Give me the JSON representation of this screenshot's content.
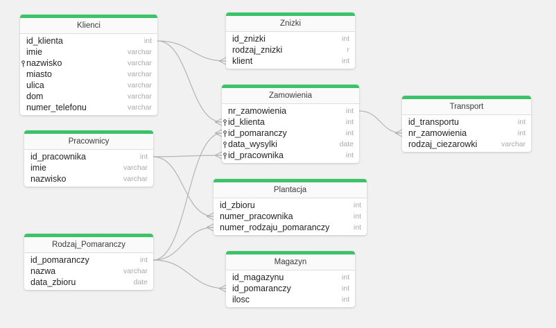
{
  "tables": {
    "klienci": {
      "name": "Klienci",
      "fields": [
        {
          "name": "id_klienta",
          "type": "int",
          "key": false
        },
        {
          "name": "imie",
          "type": "varchar",
          "key": false
        },
        {
          "name": "nazwisko",
          "type": "varchar",
          "key": true
        },
        {
          "name": "miasto",
          "type": "varchar",
          "key": false
        },
        {
          "name": "ulica",
          "type": "varchar",
          "key": false
        },
        {
          "name": "dom",
          "type": "varchar",
          "key": false
        },
        {
          "name": "numer_telefonu",
          "type": "varchar",
          "key": false
        }
      ]
    },
    "znizki": {
      "name": "Znizki",
      "fields": [
        {
          "name": "id_znizki",
          "type": "int",
          "key": false
        },
        {
          "name": "rodzaj_znizki",
          "type": "r",
          "key": false
        },
        {
          "name": "klient",
          "type": "int",
          "key": false
        }
      ]
    },
    "zamowienia": {
      "name": "Zamowienia",
      "fields": [
        {
          "name": "nr_zamowienia",
          "type": "int",
          "key": false
        },
        {
          "name": "id_klienta",
          "type": "int",
          "key": true
        },
        {
          "name": "id_pomaranczy",
          "type": "int",
          "key": true
        },
        {
          "name": "data_wysylki",
          "type": "date",
          "key": true
        },
        {
          "name": "id_pracownika",
          "type": "int",
          "key": true
        }
      ]
    },
    "transport": {
      "name": "Transport",
      "fields": [
        {
          "name": "id_transportu",
          "type": "int",
          "key": false
        },
        {
          "name": "nr_zamowienia",
          "type": "int",
          "key": false
        },
        {
          "name": "rodzaj_ciezarowki",
          "type": "varchar",
          "key": false
        }
      ]
    },
    "pracownicy": {
      "name": "Pracownicy",
      "fields": [
        {
          "name": "id_pracownika",
          "type": "int",
          "key": false
        },
        {
          "name": "imie",
          "type": "varchar",
          "key": false
        },
        {
          "name": "nazwisko",
          "type": "varchar",
          "key": false
        }
      ]
    },
    "plantacja": {
      "name": "Plantacja",
      "fields": [
        {
          "name": "id_zbioru",
          "type": "int",
          "key": false
        },
        {
          "name": "numer_pracownika",
          "type": "int",
          "key": false
        },
        {
          "name": "numer_rodzaju_pomaranczy",
          "type": "int",
          "key": false
        }
      ]
    },
    "rodzaj_pomaranczy": {
      "name": "Rodzaj_Pomaranczy",
      "fields": [
        {
          "name": "id_pomaranczy",
          "type": "int",
          "key": false
        },
        {
          "name": "nazwa",
          "type": "varchar",
          "key": false
        },
        {
          "name": "data_zbioru",
          "type": "date",
          "key": false
        }
      ]
    },
    "magazyn": {
      "name": "Magazyn",
      "fields": [
        {
          "name": "id_magazynu",
          "type": "int",
          "key": false
        },
        {
          "name": "id_pomaranczy",
          "type": "int",
          "key": false
        },
        {
          "name": "ilosc",
          "type": "int",
          "key": false
        }
      ]
    }
  },
  "relations": [
    {
      "from": "klienci.id_klienta",
      "to": "znizki.klient"
    },
    {
      "from": "klienci.id_klienta",
      "to": "zamowienia.id_klienta"
    },
    {
      "from": "zamowienia.nr_zamowienia",
      "to": "transport.nr_zamowienia"
    },
    {
      "from": "pracownicy.id_pracownika",
      "to": "zamowienia.id_pracownika"
    },
    {
      "from": "pracownicy.id_pracownika",
      "to": "plantacja.numer_pracownika"
    },
    {
      "from": "rodzaj_pomaranczy.id_pomaranczy",
      "to": "zamowienia.id_pomaranczy"
    },
    {
      "from": "rodzaj_pomaranczy.id_pomaranczy",
      "to": "plantacja.numer_rodzaju_pomaranczy"
    },
    {
      "from": "rodzaj_pomaranczy.id_pomaranczy",
      "to": "magazyn.id_pomaranczy"
    }
  ],
  "colors": {
    "accent": "#3cc36a",
    "wire": "#b3b3b3",
    "type_text": "#a9a9a9"
  }
}
